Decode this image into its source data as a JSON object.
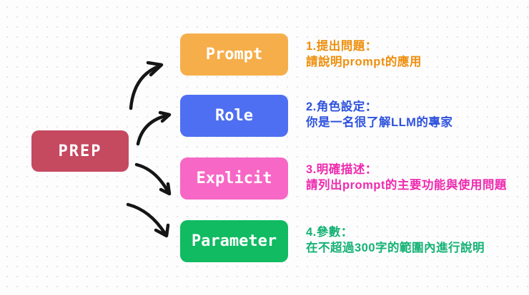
{
  "diagram": {
    "title_hint": "PREP prompt framework",
    "arrow_color": "#161616",
    "root": {
      "label": "PREP",
      "box_color": "#c5495f",
      "label_color": "#ffffff"
    },
    "items": [
      {
        "label": "Prompt",
        "box_color": "#f6ae4b",
        "text_color": "#ee8f0e",
        "desc_line1": "1.提出問題：",
        "desc_line2": "請說明prompt的應用"
      },
      {
        "label": "Role",
        "box_color": "#4f6ff2",
        "text_color": "#2f52dc",
        "desc_line1": "2.角色設定：",
        "desc_line2": "你是一名很了解LLM的專家"
      },
      {
        "label": "Explicit",
        "box_color": "#f767c6",
        "text_color": "#ee2bae",
        "desc_line1": "3.明確描述：",
        "desc_line2": "請列出prompt的主要功能與使用問題"
      },
      {
        "label": "Parameter",
        "box_color": "#10bb62",
        "text_color": "#14b274",
        "desc_line1": "4.參數：",
        "desc_line2": "在不超過300字的範圍內進行說明"
      }
    ]
  }
}
